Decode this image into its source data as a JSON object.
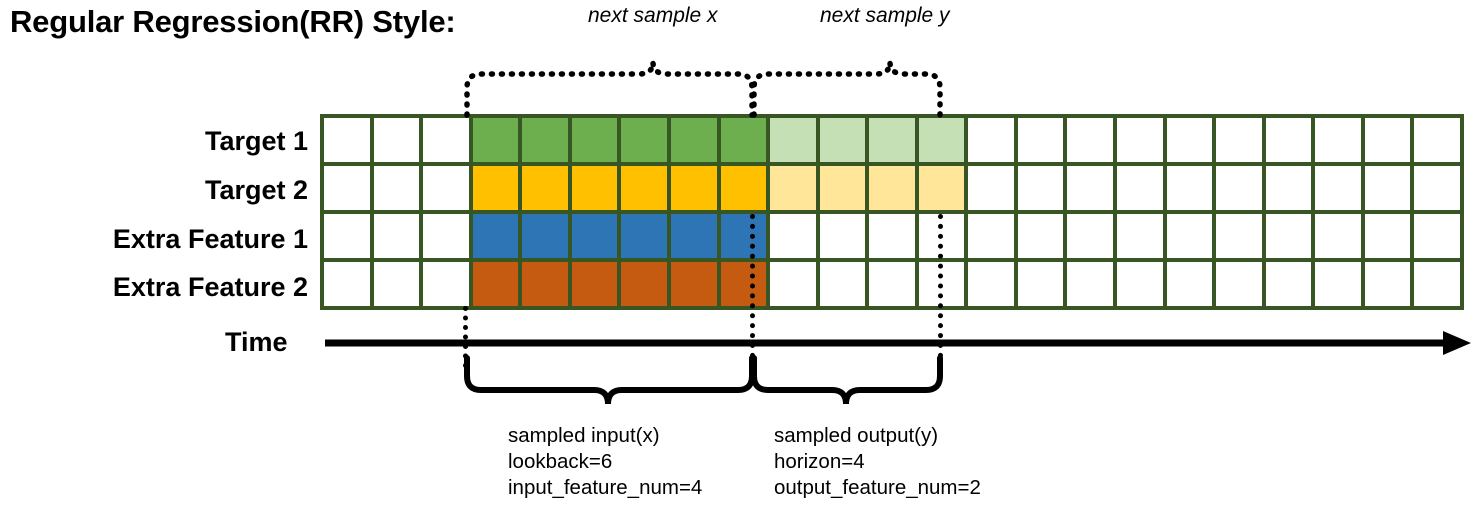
{
  "title": "Regular Regression(RR) Style:",
  "rows": [
    {
      "label": "Target 1",
      "name": "target-1"
    },
    {
      "label": "Target 2",
      "name": "target-2"
    },
    {
      "label": "Extra Feature 1",
      "name": "extra-feature-1"
    },
    {
      "label": "Extra Feature 2",
      "name": "extra-feature-2"
    }
  ],
  "grid": {
    "columns": 23,
    "rows": 4,
    "fill": [
      [
        "white",
        "white",
        "white",
        "green",
        "green",
        "green",
        "green",
        "green",
        "green",
        "lgreen",
        "lgreen",
        "lgreen",
        "lgreen",
        "white",
        "white",
        "white",
        "white",
        "white",
        "white",
        "white",
        "white",
        "white",
        "white"
      ],
      [
        "white",
        "white",
        "white",
        "amber",
        "amber",
        "amber",
        "amber",
        "amber",
        "amber",
        "lamber",
        "lamber",
        "lamber",
        "lamber",
        "white",
        "white",
        "white",
        "white",
        "white",
        "white",
        "white",
        "white",
        "white",
        "white"
      ],
      [
        "white",
        "white",
        "white",
        "blue",
        "blue",
        "blue",
        "blue",
        "blue",
        "blue",
        "white",
        "white",
        "white",
        "white",
        "white",
        "white",
        "white",
        "white",
        "white",
        "white",
        "white",
        "white",
        "white",
        "white"
      ],
      [
        "white",
        "white",
        "white",
        "orange",
        "orange",
        "orange",
        "orange",
        "orange",
        "orange",
        "white",
        "white",
        "white",
        "white",
        "white",
        "white",
        "white",
        "white",
        "white",
        "white",
        "white",
        "white",
        "white",
        "white"
      ]
    ]
  },
  "axis": {
    "label": "Time"
  },
  "top_braces": [
    {
      "caption": "next sample x"
    },
    {
      "caption": "next sample y"
    }
  ],
  "bottom_braces": [
    {
      "line1": "sampled input(x)",
      "line2": "lookback=6",
      "line3": "input_feature_num=4"
    },
    {
      "line1": "sampled output(y)",
      "line2": "horizon=4",
      "line3": "output_feature_num=2"
    }
  ],
  "colors": {
    "border_green": "#375623",
    "green": "#6DAE4F",
    "light_green": "#C5E0B4",
    "amber": "#FFC000",
    "light_amber": "#FFE699",
    "blue": "#2E75B6",
    "orange": "#C55A11",
    "ink": "#000000",
    "background": "#FFFFFF"
  }
}
